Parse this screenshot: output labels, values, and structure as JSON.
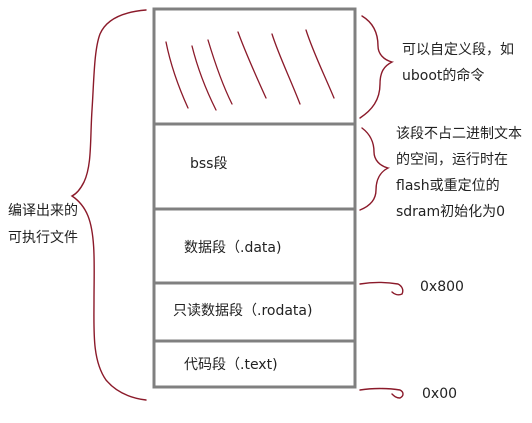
{
  "memory": {
    "segments": [
      {
        "label": ""
      },
      {
        "label": "bss段"
      },
      {
        "label": "数据段（.data)"
      },
      {
        "label": "只读数据段（.rodata)"
      },
      {
        "label": "代码段（.text)"
      }
    ]
  },
  "notes": {
    "left": [
      "编译出来的",
      "可执行文件"
    ],
    "top_right": [
      "可以自定义段，如",
      "uboot的命令"
    ],
    "mid_right": [
      "该段不占二进制文本",
      "的空间，运行时在",
      "flash或重定位的",
      "sdram初始化为0"
    ]
  },
  "addresses": {
    "addr_high": "0x800",
    "addr_low": "0x00"
  },
  "colors": {
    "box_stroke": "#808080",
    "pen": "#8b1a2a",
    "text": "#222222"
  }
}
